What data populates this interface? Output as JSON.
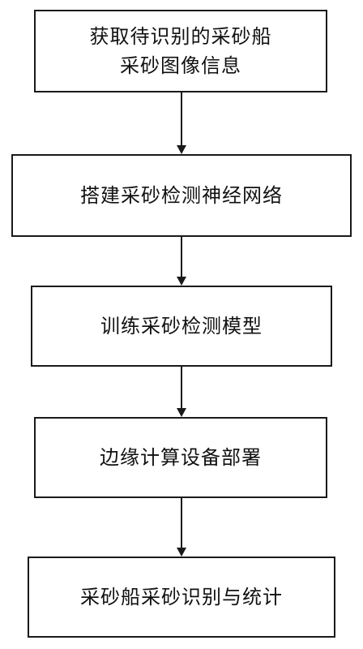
{
  "flowchart": {
    "steps": [
      {
        "lines": [
          "获取待识别的采砂船",
          "采砂图像信息"
        ]
      },
      {
        "lines": [
          "搭建采砂检测神经网络"
        ]
      },
      {
        "lines": [
          "训练采砂检测模型"
        ]
      },
      {
        "lines": [
          "边缘计算设备部署"
        ]
      },
      {
        "lines": [
          "采砂船采砂识别与统计"
        ]
      }
    ]
  }
}
